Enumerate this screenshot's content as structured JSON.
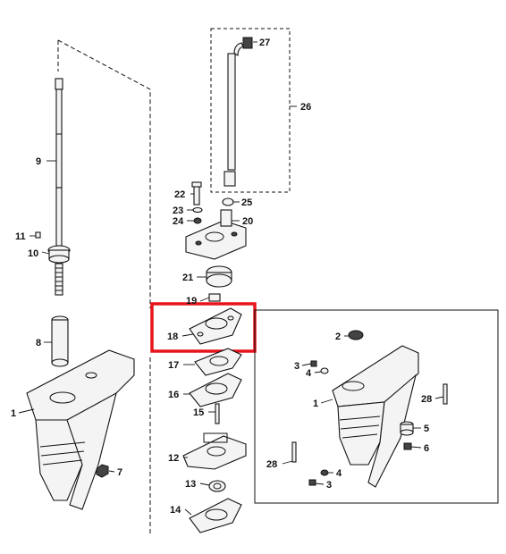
{
  "diagram": {
    "callouts": {
      "p1_left": "1",
      "p7": "7",
      "p8": "8",
      "p9": "9",
      "p10": "10",
      "p11": "11",
      "p12": "12",
      "p13": "13",
      "p14": "14",
      "p15": "15",
      "p16": "16",
      "p17": "17",
      "p18": "18",
      "p19": "19",
      "p20": "20",
      "p21": "21",
      "p22": "22",
      "p23": "23",
      "p24": "24",
      "p25": "25",
      "p26": "26",
      "p27": "27",
      "d_p1": "1",
      "d_p2": "2",
      "d_p3_top": "3",
      "d_p3_bottom": "3",
      "d_p4_top": "4",
      "d_p4_bottom": "4",
      "d_p5": "5",
      "d_p6": "6",
      "d_p28_right": "28",
      "d_p28_left": "28"
    },
    "highlight_color": "#e8141c",
    "line_color": "#111111"
  }
}
